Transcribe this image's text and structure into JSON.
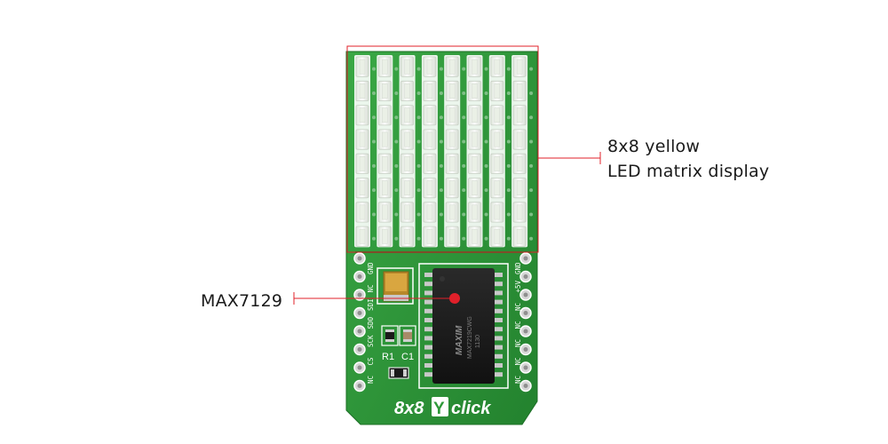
{
  "board": {
    "brand_digits": "8x8",
    "brand_letter": "Y",
    "brand_suffix": "click",
    "left_pins": [
      "NC",
      "CS",
      "SCK",
      "SDO",
      "SDI",
      "NC",
      "GND"
    ],
    "right_pins": [
      "NC",
      "NC",
      "NC",
      "NC",
      "NC",
      "+5V",
      "GND"
    ],
    "components": {
      "resistor": "R1",
      "capacitor": "C1"
    },
    "chip_marking": [
      "MAXIM",
      "MAX7219CWG",
      "1130"
    ],
    "led_matrix": {
      "rows": 8,
      "cols": 8
    }
  },
  "callouts": {
    "led_matrix_line1": "8x8 yellow",
    "led_matrix_line2": "LED matrix display",
    "chip": "MAX7129"
  },
  "colors": {
    "pcb_green": "#2f9a3a",
    "silkscreen": "#ffffff",
    "callout_red": "#e0202a",
    "led_face": "#f1f5ef"
  }
}
